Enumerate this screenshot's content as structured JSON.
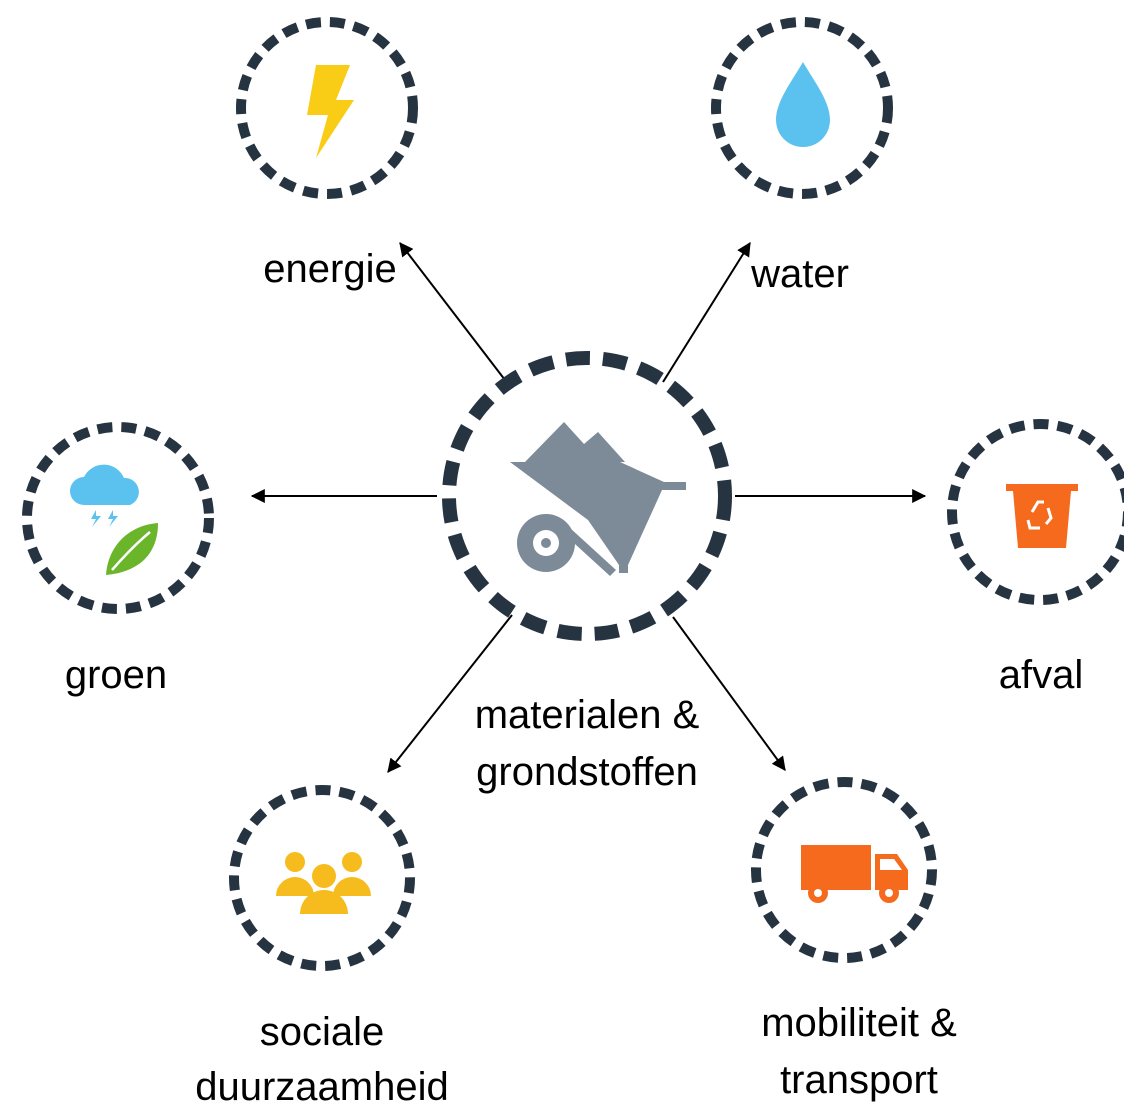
{
  "diagram": {
    "center": {
      "name": "materialen-grondstoffen",
      "label_line1": "materialen &",
      "label_line2": "grondstoffen",
      "icon": "wheelbarrow-icon"
    },
    "nodes": {
      "energie": {
        "label": "energie",
        "icon": "lightning-bolt-icon"
      },
      "water": {
        "label": "water",
        "icon": "water-drop-icon"
      },
      "groen": {
        "label": "groen",
        "icon": "cloud-leaf-icon"
      },
      "afval": {
        "label": "afval",
        "icon": "recycle-bin-icon"
      },
      "sociale": {
        "label_line1": "sociale",
        "label_line2": "duurzaamheid",
        "icon": "people-group-icon"
      },
      "mobiliteit": {
        "label_line1": "mobiliteit &",
        "label_line2": "transport",
        "icon": "truck-icon"
      }
    },
    "colors": {
      "ring": "#263340",
      "arrow": "#000000",
      "energy": "#f9cc16",
      "water": "#5bc2ef",
      "cloud": "#5bc2ef",
      "leaf": "#6bb52b",
      "afval": "#f56a1c",
      "people": "#f6bb1c",
      "truck": "#f56a1c",
      "wheelbarrow": "#7c8b97"
    }
  }
}
